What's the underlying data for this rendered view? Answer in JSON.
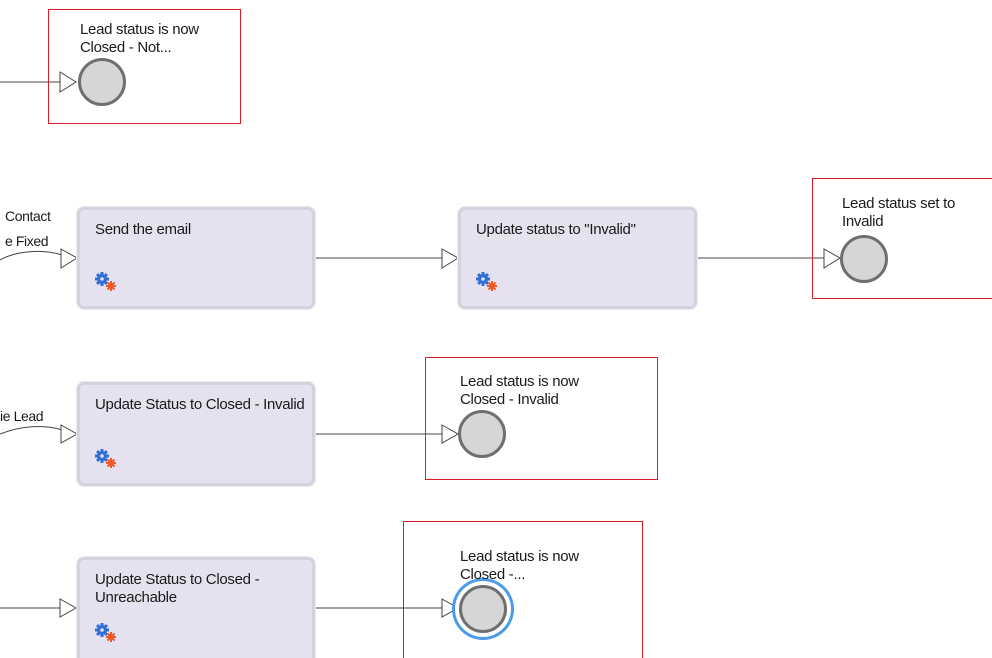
{
  "tasks": {
    "send_email": {
      "label": "Send the email"
    },
    "update_invalid": {
      "label": "Update status to \"Invalid\""
    },
    "closed_invalid": {
      "label": "Update Status to Closed - Invalid"
    },
    "closed_unreachable": {
      "label": "Update Status to Closed - Unreachable"
    }
  },
  "end_events": {
    "closed_not": {
      "label": "Lead status is now\nClosed - Not..."
    },
    "set_invalid": {
      "label": "Lead status set to\nInvalid"
    },
    "closed_invalid": {
      "label": "Lead status is now\nClosed - Invalid"
    },
    "closed_unreachable": {
      "label": "Lead status is now\nClosed -..."
    }
  },
  "edge_labels": {
    "contact_line1": "Contact",
    "contact_line2": "e Fixed",
    "lead": "ie Lead"
  },
  "icons": {
    "service_task": "gears-icon"
  },
  "colors": {
    "task_fill": "#e6e1ee",
    "highlight_border": "#dd1c2a",
    "selection_ring": "#4a9bea",
    "gear_blue": "#2f6fd6",
    "gear_orange": "#f05a28"
  }
}
